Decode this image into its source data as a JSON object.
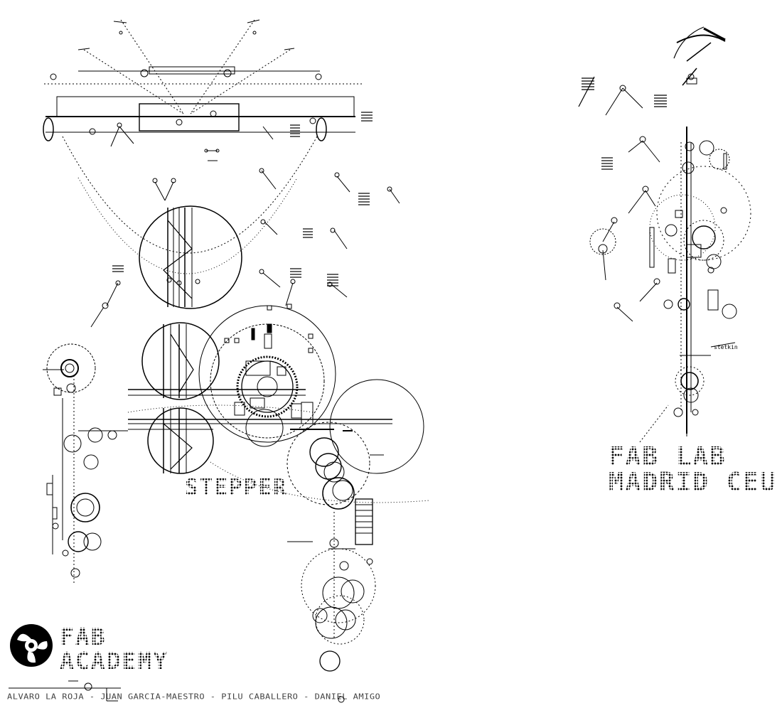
{
  "title_vertical": [
    "M",
    "U",
    "S",
    "I",
    "C",
    "P",
    "I",
    "C",
    "K",
    "E",
    "R"
  ],
  "labels": {
    "stepper": "STEPPER",
    "lab_line1": "FAB LAB",
    "lab_line2": "MADRID CEU",
    "academy_line1": "FAB",
    "academy_line2": "ACADEMY",
    "credits": "ALVARO LA ROJA - JUAN GARCIA-MAESTRO - PILU CABALLERO - DANIEL AMIGO",
    "small_note": "stetkin"
  },
  "colors": {
    "ink": "#000000",
    "paper": "#ffffff"
  },
  "icons": {
    "logo": "fab-academy-logo"
  }
}
